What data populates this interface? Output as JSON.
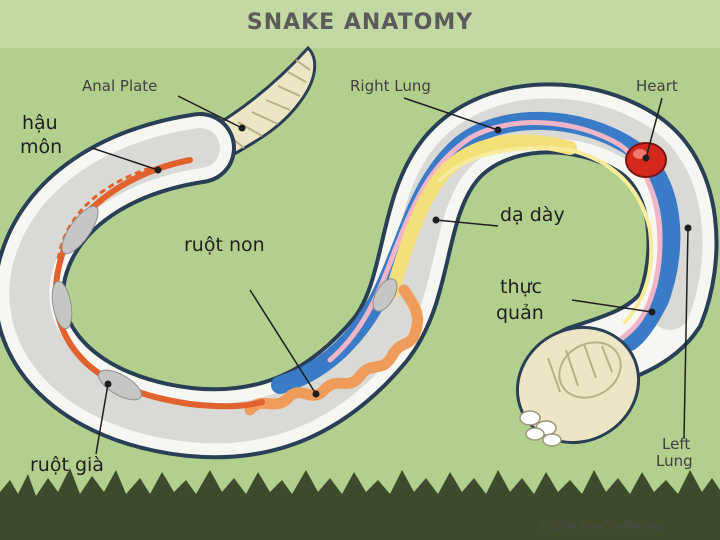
{
  "title": "SNAKE ANATOMY",
  "labels_en": {
    "anal_plate": "Anal Plate",
    "right_lung": "Right Lung",
    "heart": "Heart",
    "left_lung_line1": "Left",
    "left_lung_line2": "Lung"
  },
  "labels_vi": {
    "hau_mon_line1": "hậu",
    "hau_mon_line2": "môn",
    "ruot_non": "ruột non",
    "da_day": "dạ dày",
    "thuc_quan_line1": "thực",
    "thuc_quan_line2": "quản",
    "ruot_gia": "ruột già"
  },
  "copyright": "©2004 HowStuffWorks",
  "colors": {
    "background": "#b3cf8d",
    "grass": "#3d4a2c",
    "body_outline": "#2a3f55",
    "scale_fill": "#ece6c4",
    "large_intestine": "#e2622e",
    "small_intestine": "#ef9c5a",
    "lung_blue": "#3a7bc8",
    "stomach_yellow": "#f4e07a",
    "heart_red": "#d4281f",
    "esophagus_pink": "#f0b6c8"
  }
}
